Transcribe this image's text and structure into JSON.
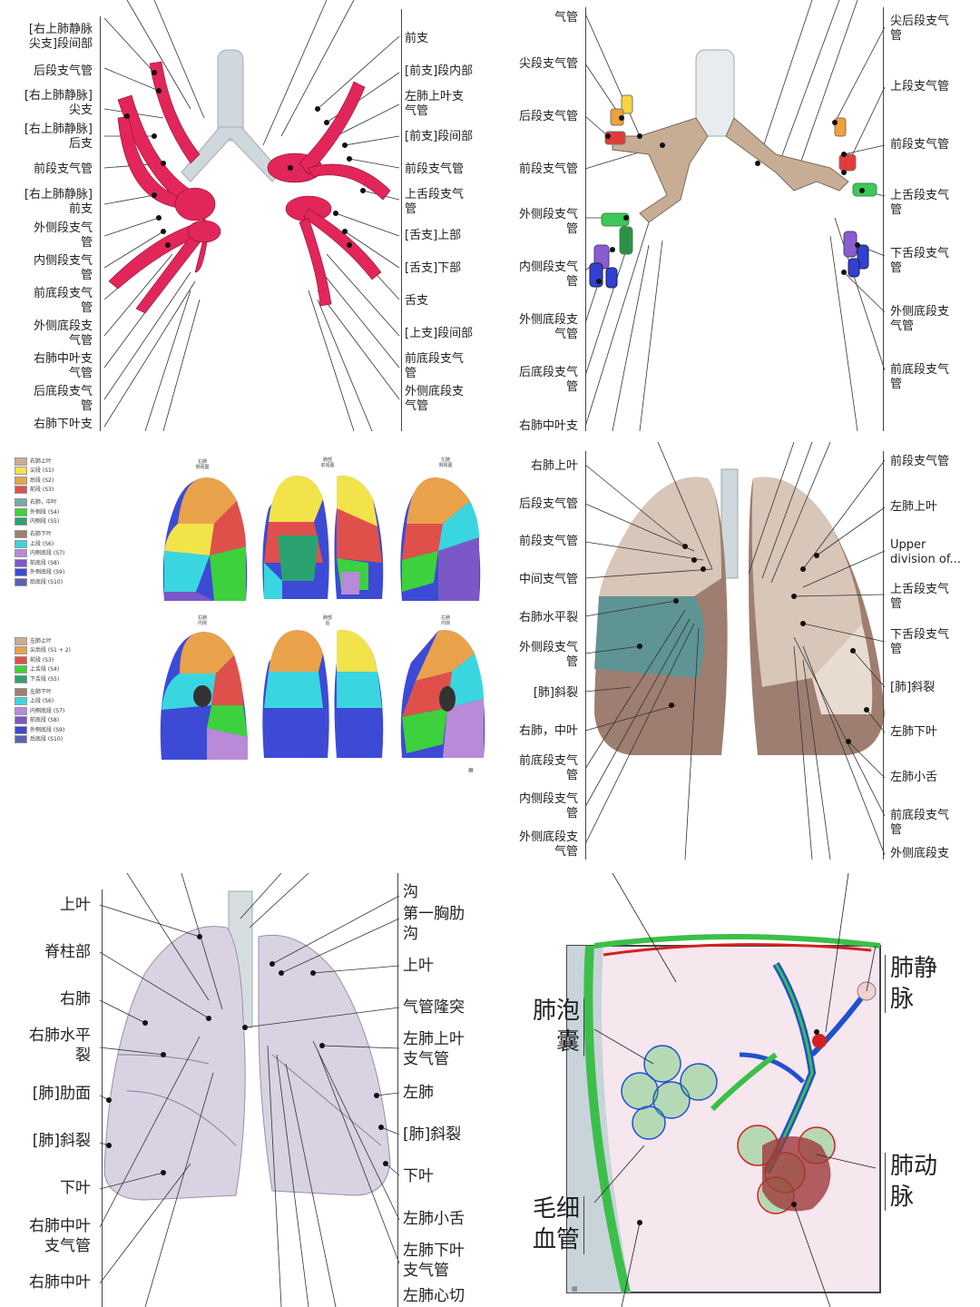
{
  "panels": {
    "p1": {
      "left_labels": [
        "[右上肺静脉\n尖支]段间部",
        "后段支气管",
        "[右上肺静脉]\n尖支",
        "[右上肺静脉]\n后支",
        "前段支气管",
        "[右上肺静脉]\n前支",
        "外侧段支气\n管",
        "内侧段支气\n管",
        "前底段支气\n管",
        "外侧底段支\n气管",
        "右肺中叶支\n气管",
        "后底段支气\n管",
        "右肺下叶支"
      ],
      "right_labels": [
        "前支",
        "[前支]段内部",
        "左肺上叶支\n气管",
        "[前支]段间部",
        "前段支气管",
        "上舌段支气\n管",
        "[舌支]上部",
        "[舌支]下部",
        "舌支",
        "[上支]段间部",
        "前底段支气\n管",
        "外侧底段支\n气管"
      ],
      "colors": {
        "vessel": "#e2265a",
        "trachea": "#cfd8dc"
      }
    },
    "p2": {
      "left_labels": [
        "气管",
        "尖段支气管",
        "后段支气管",
        "前段支气管",
        "外侧段支气\n管",
        "内侧段支气\n管",
        "外侧底段支\n气管",
        "后底段支气\n管",
        "右肺中叶支"
      ],
      "right_labels": [
        "尖后段支气\n管",
        "上段支气管",
        "前段支气管",
        "上舌段支气\n管",
        "下舌段支气\n管",
        "外侧底段支\n气管",
        "前底段支气\n管"
      ],
      "colors": {
        "bronchus": "#c8ad95",
        "apical": "#f5d442",
        "posterior": "#f0a03c",
        "anterior": "#e23b3b",
        "lateral": "#3cc85a",
        "medial": "#2c8f4a",
        "basal1": "#8a5cd0",
        "basal2": "#3040d0"
      }
    },
    "p3": {
      "legend_right": {
        "title": "右肺上叶",
        "items": [
          "尖段 (S1)",
          "后段 (S2)",
          "前段 (S3)"
        ],
        "mid_title": "右肺，中叶",
        "mid_items": [
          "外侧段 (S4)",
          "内侧段 (S5)"
        ],
        "low_title": "右肺下叶",
        "low_items": [
          "上段 (S6)",
          "内侧底段 (S7)",
          "前底段 (S8)",
          "外侧底段 (S9)",
          "后底段 (S10)"
        ]
      },
      "legend_left": {
        "title": "左肺上叶",
        "items": [
          "尖后段 (S1 + 2)",
          "前段 (S3)",
          "上舌段 (S4)",
          "下舌段 (S5)"
        ],
        "low_title": "左肺下叶",
        "low_items": [
          "上段 (S6)",
          "内侧底段 (S7)",
          "前底段 (S8)",
          "外侧底段 (S9)",
          "后底段 (S10)"
        ]
      },
      "view_titles": [
        "右肺\n侧视图",
        "肺部\n前视图",
        "左肺\n侧视图",
        "右肺\n内侧",
        "肺部\n后",
        "左肺\n内侧"
      ],
      "colors": {
        "s1": "#f3e34a",
        "s2": "#e9a24a",
        "s3": "#e0504a",
        "s4": "#3dd13d",
        "s5": "#2aa370",
        "s6": "#3ad6e0",
        "s7": "#b88ad8",
        "s8": "#7a58c8",
        "s9": "#3c4ad6",
        "s10": "#5b62b0"
      }
    },
    "p4": {
      "left_labels": [
        "右肺上叶",
        "后段支气管",
        "前段支气管",
        "中间支气管",
        "右肺水平裂",
        "外侧段支气\n管",
        "[肺]斜裂",
        "右肺，中叶",
        "前底段支气\n管",
        "内侧段支气\n管",
        "外侧底段支\n气管"
      ],
      "right_labels": [
        "前段支气管",
        "左肺上叶",
        "Upper\ndivision of...",
        "上舌段支气\n管",
        "下舌段支气\n管",
        "[肺]斜裂",
        "左肺下叶",
        "左肺小舌",
        "前底段支气\n管",
        "外侧底段支"
      ],
      "colors": {
        "upper": "#d8c6b8",
        "middle": "#5f9494",
        "lower": "#9e7e70"
      }
    },
    "p5": {
      "left_labels": [
        "上叶",
        "脊柱部",
        "右肺",
        "右肺水平\n裂",
        "[肺]肋面",
        "[肺]斜裂",
        "下叶",
        "右肺中叶\n支气管",
        "右肺中叶"
      ],
      "right_labels": [
        "沟",
        "第一胸肋\n沟",
        "上叶",
        "气管隆突",
        "左肺上叶\n支气管",
        "左肺",
        "[肺]斜裂",
        "下叶",
        "左肺小舌",
        "左肺下叶\n支气管",
        "左肺心切"
      ],
      "colors": {
        "lung": "#d9d2e2"
      }
    },
    "p6": {
      "labels": {
        "vein": "肺静\n脉",
        "alveolar_sac": "肺泡\n囊",
        "artery": "肺动\n脉",
        "capillary": "毛细\n血管"
      },
      "colors": {
        "green": "#3cbf4a",
        "red": "#d42020",
        "blue": "#2050d0"
      }
    }
  }
}
